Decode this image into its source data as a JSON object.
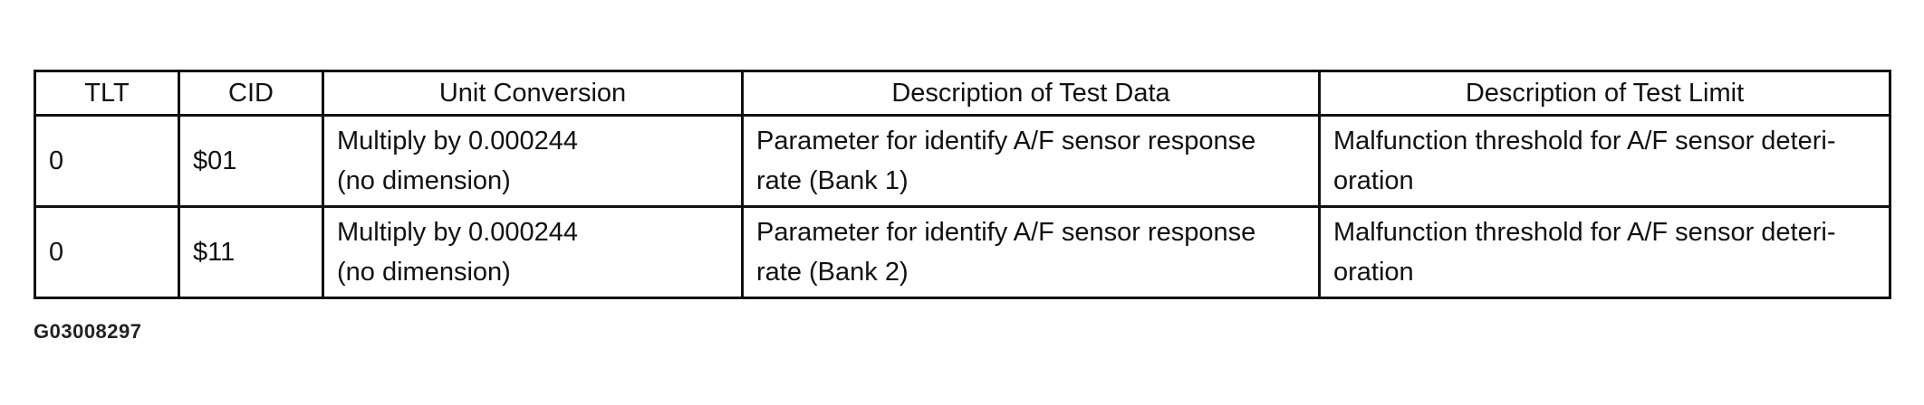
{
  "table": {
    "headers": [
      "TLT",
      "CID",
      "Unit Conversion",
      "Description of Test Data",
      "Description of Test Limit"
    ],
    "rows": [
      {
        "tlt": "0",
        "cid": "$01",
        "unit_conversion": [
          "Multiply by 0.000244",
          "(no dimension)"
        ],
        "test_data": [
          "Parameter for identify A/F sensor response",
          "rate (Bank 1)"
        ],
        "test_limit": [
          "Malfunction threshold for A/F sensor deteri-",
          "oration"
        ]
      },
      {
        "tlt": "0",
        "cid": "$11",
        "unit_conversion": [
          "Multiply by 0.000244",
          "(no dimension)"
        ],
        "test_data": [
          "Parameter for identify A/F sensor response",
          "rate (Bank 2)"
        ],
        "test_limit": [
          "Malfunction threshold for A/F sensor deteri-",
          "oration"
        ]
      }
    ]
  },
  "figure_code": "G03008297"
}
